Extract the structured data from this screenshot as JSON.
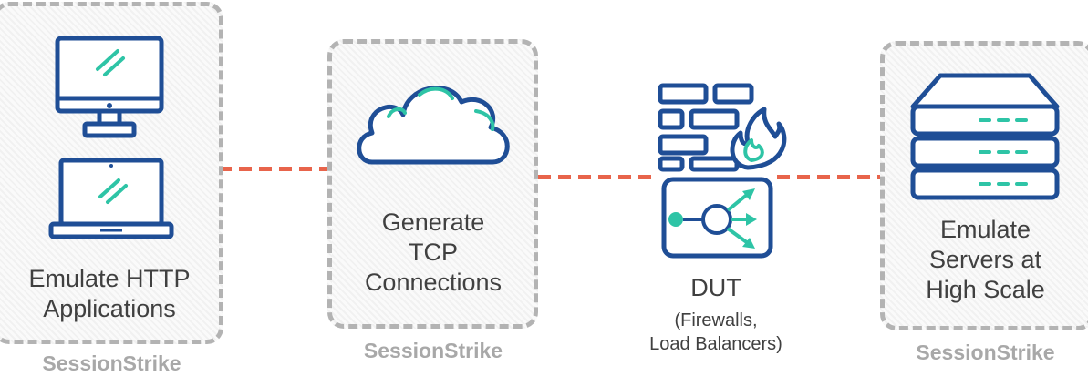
{
  "clients": {
    "label_line1": "Emulate HTTP",
    "label_line2": "Applications",
    "brand": "SessionStrike"
  },
  "tcp": {
    "label_line1": "Generate",
    "label_line2": "TCP",
    "label_line3": "Connections",
    "brand": "SessionStrike"
  },
  "dut": {
    "title": "DUT",
    "sub_line1": "(Firewalls,",
    "sub_line2": "Load Balancers)"
  },
  "servers": {
    "label_line1": "Emulate",
    "label_line2": "Servers at",
    "label_line3": "High Scale",
    "brand": "SessionStrike"
  },
  "colors": {
    "icon_blue": "#1f4e96",
    "accent_teal": "#2ec4a6",
    "connector": "#e8644b",
    "box_border": "#b3b3b3",
    "brand_gray": "#a8a8a8"
  },
  "icons": [
    "desktop-monitor-icon",
    "laptop-icon",
    "cloud-icon",
    "firewall-icon",
    "load-balancer-icon",
    "server-stack-icon"
  ]
}
